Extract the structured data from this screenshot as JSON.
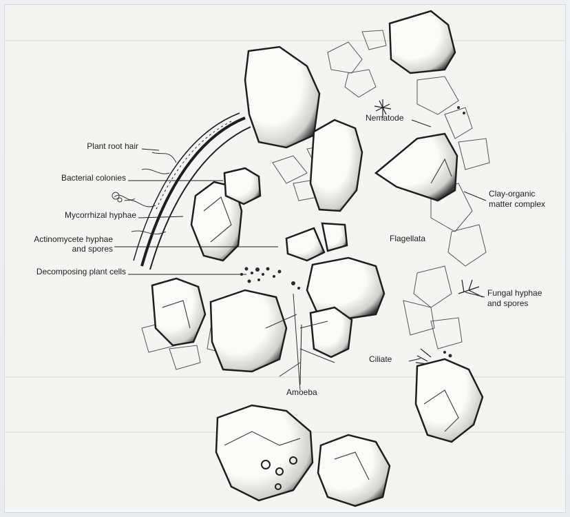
{
  "figure": {
    "labels": {
      "plant_root_hair": "Plant root hair",
      "bacterial_colonies": "Bacterial colonies",
      "mycorrhizal_hyphae": "Mycorrhizal hyphae",
      "actinomycete_line1": "Actinomycete hyphae",
      "actinomycete_line2": "and spores",
      "decomposing_plant_cells": "Decomposing plant cells",
      "nematode": "Nematode",
      "clay_organic_line1": "Clay-organic",
      "clay_organic_line2": "matter complex",
      "flagellata": "Flagellata",
      "fungal_line1": "Fungal hyphae",
      "fungal_line2": "and spores",
      "ciliate": "Ciliate",
      "amoeba": "Amoeba"
    },
    "colors": {
      "ink": "#1e1e1e",
      "particle_fill": "#f7f7f5",
      "page": "#f4f4f2"
    }
  }
}
